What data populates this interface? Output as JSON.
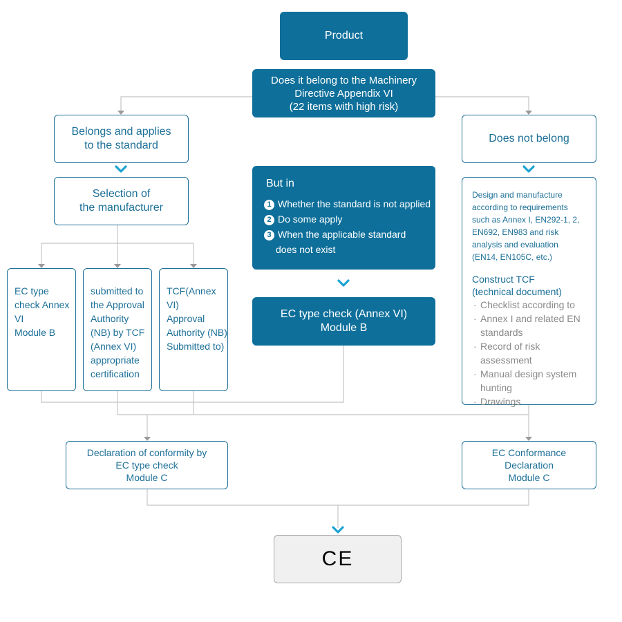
{
  "nodes": {
    "product": "Product",
    "question": [
      "Does it belong to the Machinery",
      "Directive Appendix VI",
      "(22 items with high risk)"
    ],
    "belongs": [
      "Belongs and applies",
      "to the standard"
    ],
    "does_not_belong": "Does not belong",
    "selection": [
      "Selection of",
      "the manufacturer"
    ],
    "but_in": {
      "title": "But in",
      "items": [
        {
          "num": "1",
          "text": "Whether the standard is not applied"
        },
        {
          "num": "2",
          "text": "Do some apply"
        },
        {
          "num": "3",
          "text": "When the applicable standard",
          "cont": "does not exist"
        }
      ]
    },
    "ec_type_check_annex": [
      "EC type check (Annex VI)",
      "Module B"
    ],
    "option1": [
      "EC type",
      "check Annex",
      "VI",
      "Module B"
    ],
    "option2": [
      "submitted to",
      "the Approval",
      "Authority",
      "(NB) by TCF",
      "(Annex VI)",
      "appropriate",
      "certification"
    ],
    "option3": [
      "TCF(Annex VI)",
      "Approval",
      "Authority (NB)",
      "Submitted to)"
    ],
    "design": {
      "text": [
        "Design and manufacture",
        "according to requirements",
        "such as Annex I, EN292-1, 2,",
        "EN692, EN983 and risk",
        "analysis and evaluation",
        "(EN14, EN105C, etc.)"
      ],
      "tcf_title": [
        "Construct TCF",
        "(technical document)"
      ],
      "bullets": [
        [
          "Checklist according to"
        ],
        [
          "Annex I and related EN",
          "standards"
        ],
        [
          "Record of risk assessment"
        ],
        [
          "Manual design system",
          "hunting"
        ],
        [
          "Drawings"
        ]
      ]
    },
    "declaration_left": [
      "Declaration of conformity by",
      "EC type check",
      "Module C"
    ],
    "declaration_right": [
      "EC Conformance",
      "Declaration",
      "Module C"
    ],
    "ce_mark": "CE"
  },
  "colors": {
    "primary": "#0e6f9a",
    "outline": "#1c6f97",
    "chevron": "#1ba3d3",
    "connector": "#bdbdbd"
  }
}
